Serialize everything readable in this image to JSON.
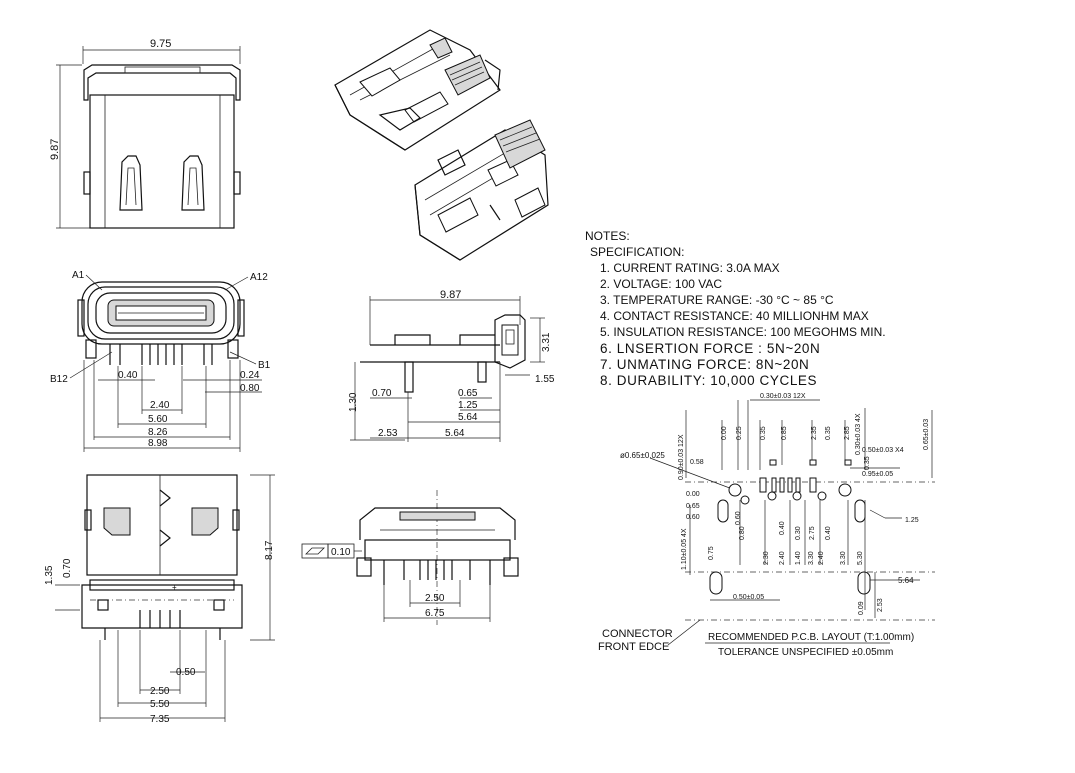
{
  "top_view": {
    "width_dim": "9.75",
    "height_dim": "9.87"
  },
  "front_view": {
    "label_a1": "A1",
    "label_a12": "A12",
    "label_b1": "B1",
    "label_b12": "B12",
    "dims": [
      "0.40",
      "0.24",
      "0.80",
      "2.40",
      "5.60",
      "8.26",
      "8.98"
    ]
  },
  "side_view": {
    "dims": [
      "9.87",
      "3.31",
      "1.55",
      "1.30",
      "0.70",
      "0.65",
      "1.25",
      "5.64",
      "2.53",
      "5.64"
    ]
  },
  "bottom_view": {
    "dims": [
      "1.35",
      "0.70",
      "8.17",
      "0.50",
      "2.50",
      "5.50",
      "7.35"
    ]
  },
  "rear_view": {
    "flatness_value": "0.10",
    "dims": [
      "2.50",
      "6.75"
    ]
  },
  "notes": {
    "heading": "NOTES:",
    "subheading": "SPECIFICATION:",
    "items": [
      "1. CURRENT RATING: 3.0A MAX",
      "2. VOLTAGE: 100 VAC",
      "3. TEMPERATURE RANGE: -30 °C ~ 85 °C",
      "4. CONTACT RESISTANCE: 40 MILLIONHM MAX",
      "5. INSULATION RESISTANCE: 100 MEGOHMS MIN."
    ],
    "items_large": [
      "6. LNSERTION FORCE : 5N~20N",
      "7. UNMATING FORCE: 8N~20N",
      "8. DURABILITY:   10,000 CYCLES"
    ]
  },
  "pcb_layout": {
    "dims_top": [
      "0.30±0.03 12X",
      "0.30±0.03 4X",
      "0.65±0.03",
      "0.90±0.03 12X"
    ],
    "dims_pads": [
      "0.00",
      "0.25",
      "0.35",
      "0.85",
      "2.35",
      "0.35",
      "2.85",
      "0.35",
      "0.58"
    ],
    "dims_left": [
      "ø0.65±0.025",
      "0.58",
      "0.00",
      "0.65",
      "0.60",
      "0.75",
      "1.10±0.05 4X"
    ],
    "dims_right": [
      "0.50±0.03 X4",
      "0.95±0.05",
      "1.25",
      "5.64",
      "2.53"
    ],
    "dims_bottom_row": [
      "0.80",
      "2.30",
      "0.40",
      "2.40",
      "0.30",
      "1.40",
      "2.75",
      "0.60",
      "0.40",
      "3.30",
      "3.30",
      "2.40",
      "5.30"
    ],
    "dim_slot": "0.50±0.05",
    "dim_bottom_right": "0.09",
    "connector_label_line1": "CONNECTOR",
    "connector_label_line2": "FRONT EDCE",
    "title": "RECOMMENDED  P.C.B.  LAYOUT  (T:1.00mm)",
    "tolerance": "TOLERANCE  UNSPECIFIED  ±0.05mm"
  }
}
